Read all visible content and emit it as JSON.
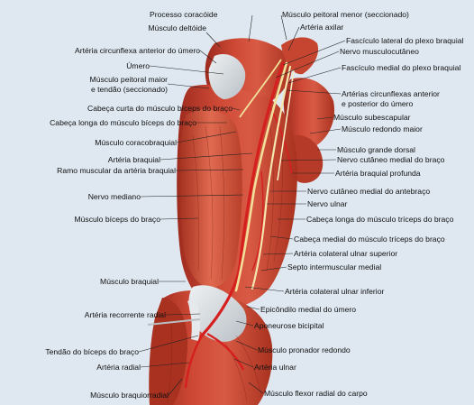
{
  "colors": {
    "background": "#dfe8f1",
    "muscle": "#c0392b",
    "muscle_dark": "#8e2419",
    "muscle_light": "#e0705a",
    "tendon": "#d9dde0",
    "artery": "#d61f1f",
    "nerve": "#f2df9a",
    "leader": "#222222"
  },
  "labels_left": [
    {
      "id": "musculo-deltoide",
      "text": "Músculo deltóide"
    },
    {
      "id": "arteria-circunflexa-anterior",
      "text": "Artéria circunflexa anterior do úmero"
    },
    {
      "id": "umero",
      "text": "Úmero"
    },
    {
      "id": "peitoral-maior-1",
      "text": "Músculo peitoral maior"
    },
    {
      "id": "peitoral-maior-2",
      "text": "e tendão (seccionado)"
    },
    {
      "id": "cabeca-curta-biceps",
      "text": "Cabeça curta do músculo bíceps do braço"
    },
    {
      "id": "cabeca-longa-biceps",
      "text": "Cabeça longa do músculo bíceps do braço"
    },
    {
      "id": "coracobraquial",
      "text": "Músculo coracobraquial"
    },
    {
      "id": "arteria-braquial",
      "text": "Artéria braquial"
    },
    {
      "id": "ramo-muscular",
      "text": "Ramo muscular da artéria braquial"
    },
    {
      "id": "nervo-mediano",
      "text": "Nervo mediano"
    },
    {
      "id": "biceps-braco",
      "text": "Músculo bíceps do braço"
    },
    {
      "id": "musculo-braquial",
      "text": "Músculo braquial"
    },
    {
      "id": "arteria-recorrente-radial",
      "text": "Artéria recorrente radial"
    },
    {
      "id": "tendao-biceps",
      "text": "Tendão do bíceps do braço"
    },
    {
      "id": "arteria-radial",
      "text": "Artéria radial"
    },
    {
      "id": "braquiorradial",
      "text": "Músculo braquiorradial"
    }
  ],
  "labels_right": [
    {
      "id": "processo-coracoide",
      "text": "Processo coracóide"
    },
    {
      "id": "peitoral-menor",
      "text": "Músculo peitoral menor (seccionado)"
    },
    {
      "id": "arteria-axilar",
      "text": "Artéria axilar"
    },
    {
      "id": "fasciculo-lateral",
      "text": "Fascículo lateral do plexo braquial"
    },
    {
      "id": "nervo-musculocutaneo",
      "text": "Nervo musculocutâneo"
    },
    {
      "id": "fasciculo-medial",
      "text": "Fascículo medial do plexo braquial"
    },
    {
      "id": "arterias-circunflexas-1",
      "text": "Artérias circunflexas anterior"
    },
    {
      "id": "arterias-circunflexas-2",
      "text": "e posterior do úmero"
    },
    {
      "id": "subescapular",
      "text": "Músculo subescapular"
    },
    {
      "id": "redondo-maior",
      "text": "Músculo redondo maior"
    },
    {
      "id": "grande-dorsal",
      "text": "Músculo grande dorsal"
    },
    {
      "id": "cutaneo-medial-braco",
      "text": "Nervo cutâneo medial do braço"
    },
    {
      "id": "braquial-profunda",
      "text": "Artéria braquial profunda"
    },
    {
      "id": "cutaneo-medial-antebraco",
      "text": "Nervo cutâneo medial do antebraço"
    },
    {
      "id": "nervo-ulnar",
      "text": "Nervo ulnar"
    },
    {
      "id": "triceps-longa",
      "text": "Cabeça longa do músculo tríceps do braço"
    },
    {
      "id": "triceps-medial",
      "text": "Cabeça medial do músculo tríceps do braço"
    },
    {
      "id": "colateral-ulnar-superior",
      "text": "Artéria colateral ulnar superior"
    },
    {
      "id": "septo-intermuscular",
      "text": "Septo intermuscular medial"
    },
    {
      "id": "colateral-ulnar-inferior",
      "text": "Artéria colateral ulnar inferior"
    },
    {
      "id": "epicondilo-medial",
      "text": "Epicôndilo medial do úmero"
    },
    {
      "id": "aponeurose-bicipital",
      "text": "Aponeurose bicipital"
    },
    {
      "id": "pronador-redondo",
      "text": "Músculo pronador redondo"
    },
    {
      "id": "arteria-ulnar",
      "text": "Artéria ulnar"
    },
    {
      "id": "flexor-radial-carpo",
      "text": "Músculo flexor radial do carpo"
    }
  ]
}
